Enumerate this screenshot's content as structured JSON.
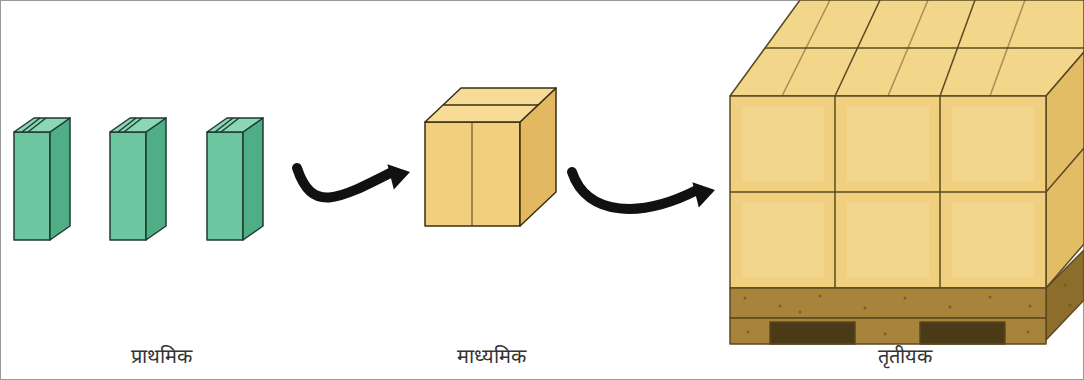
{
  "diagram": {
    "nodes": [
      {
        "text": [
          "प्राथमिक"
        ]
      },
      {
        "text": [
          "माध्यमिक"
        ]
      },
      {
        "text": [
          "तृतीयक"
        ]
      }
    ],
    "edges": [
      {
        "from": 0,
        "to": 1,
        "arrow": "to"
      },
      {
        "from": 1,
        "to": 2,
        "arrow": "to"
      }
    ]
  }
}
